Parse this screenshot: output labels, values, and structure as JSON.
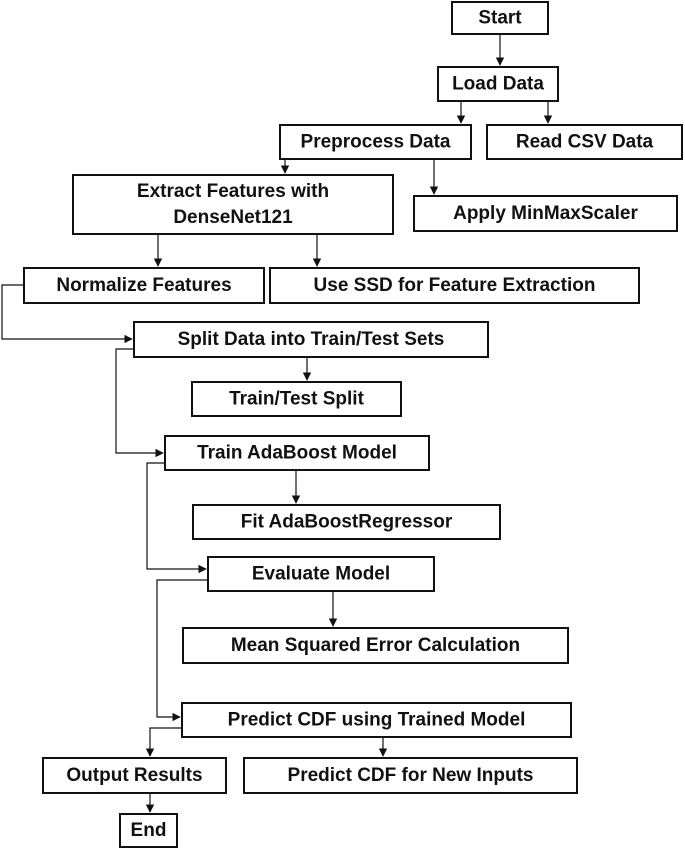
{
  "colors": {
    "stroke": "#111111",
    "fill": "#ffffff",
    "text": "#111111"
  },
  "nodes": {
    "start": [
      "Start"
    ],
    "load_data": [
      "Load Data"
    ],
    "preprocess_data": [
      "Preprocess Data"
    ],
    "read_csv_data": [
      "Read CSV Data"
    ],
    "extract_features": [
      "Extract Features with",
      "DenseNet121"
    ],
    "apply_minmaxscaler": [
      "Apply MinMaxScaler"
    ],
    "normalize_features": [
      "Normalize Features"
    ],
    "use_ssd": [
      "Use SSD for Feature Extraction"
    ],
    "split_data": [
      "Split Data into Train/Test Sets"
    ],
    "train_test_split": [
      "Train/Test Split"
    ],
    "train_adaboost": [
      "Train AdaBoost Model"
    ],
    "fit_adaboostregressor": [
      "Fit AdaBoostRegressor"
    ],
    "evaluate_model": [
      "Evaluate Model"
    ],
    "mse_calculation": [
      "Mean Squared Error Calculation"
    ],
    "predict_cdf_trained": [
      "Predict CDF using Trained Model"
    ],
    "output_results": [
      "Output Results"
    ],
    "predict_cdf_new": [
      "Predict CDF for New Inputs"
    ],
    "end": [
      "End"
    ]
  },
  "edges": [
    {
      "from": "start",
      "to": "load_data"
    },
    {
      "from": "load_data",
      "to": "preprocess_data"
    },
    {
      "from": "load_data",
      "to": "read_csv_data"
    },
    {
      "from": "preprocess_data",
      "to": "extract_features"
    },
    {
      "from": "preprocess_data",
      "to": "apply_minmaxscaler"
    },
    {
      "from": "extract_features",
      "to": "normalize_features"
    },
    {
      "from": "extract_features",
      "to": "use_ssd"
    },
    {
      "from": "normalize_features",
      "to": "split_data"
    },
    {
      "from": "split_data",
      "to": "train_test_split"
    },
    {
      "from": "split_data",
      "to": "train_adaboost"
    },
    {
      "from": "train_adaboost",
      "to": "fit_adaboostregressor"
    },
    {
      "from": "train_adaboost",
      "to": "evaluate_model"
    },
    {
      "from": "evaluate_model",
      "to": "mse_calculation"
    },
    {
      "from": "evaluate_model",
      "to": "predict_cdf_trained"
    },
    {
      "from": "predict_cdf_trained",
      "to": "output_results"
    },
    {
      "from": "predict_cdf_trained",
      "to": "predict_cdf_new"
    },
    {
      "from": "output_results",
      "to": "end"
    }
  ]
}
